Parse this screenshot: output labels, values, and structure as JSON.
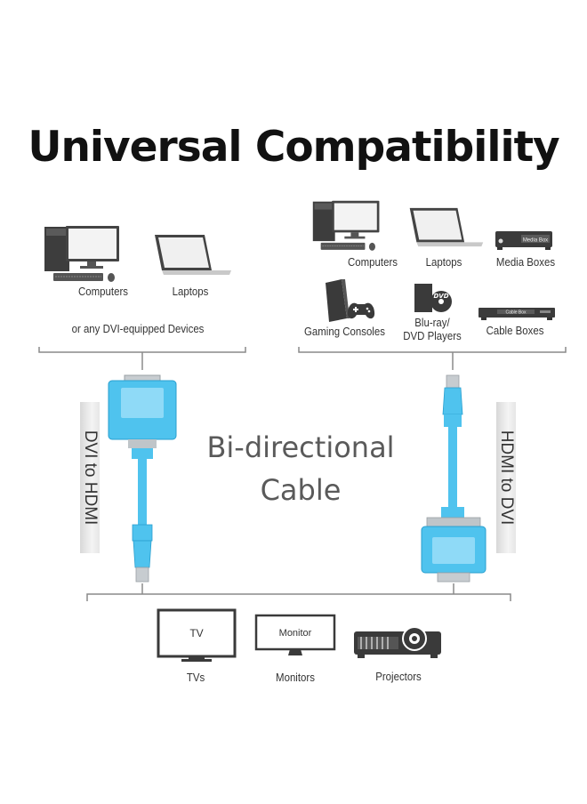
{
  "title": "Universal Compatibility",
  "left_group": {
    "devices": [
      {
        "label": "Computers",
        "icon": "desktop-computer-icon"
      },
      {
        "label": "Laptops",
        "icon": "laptop-icon"
      }
    ],
    "note": "or any DVI-equipped Devices"
  },
  "right_group": {
    "devices": [
      {
        "label": "Computers",
        "icon": "desktop-computer-icon"
      },
      {
        "label": "Laptops",
        "icon": "laptop-icon"
      },
      {
        "label": "Media Boxes",
        "icon": "media-box-icon",
        "screen_text": "Media Box"
      },
      {
        "label": "Gaming Consoles",
        "icon": "game-console-icon"
      },
      {
        "label": "Blu-ray/",
        "label2": "DVD Players",
        "icon": "dvd-player-icon",
        "screen_text": "DVD"
      },
      {
        "label": "Cable Boxes",
        "icon": "cable-box-icon",
        "screen_text": "Cable Box"
      }
    ]
  },
  "center": {
    "line1": "Bi-directional",
    "line2": "Cable"
  },
  "side_labels": {
    "left": "DVI to HDMI",
    "right": "HDMI to DVI"
  },
  "bottom_group": {
    "devices": [
      {
        "label": "TVs",
        "icon": "tv-icon",
        "screen_text": "TV"
      },
      {
        "label": "Monitors",
        "icon": "monitor-icon",
        "screen_text": "Monitor"
      },
      {
        "label": "Projectors",
        "icon": "projector-icon"
      }
    ]
  },
  "colors": {
    "cable_blue": "#4fc3ee",
    "connector_gray": "#bfc5c9",
    "bracket_gray": "#8a8a8a"
  }
}
